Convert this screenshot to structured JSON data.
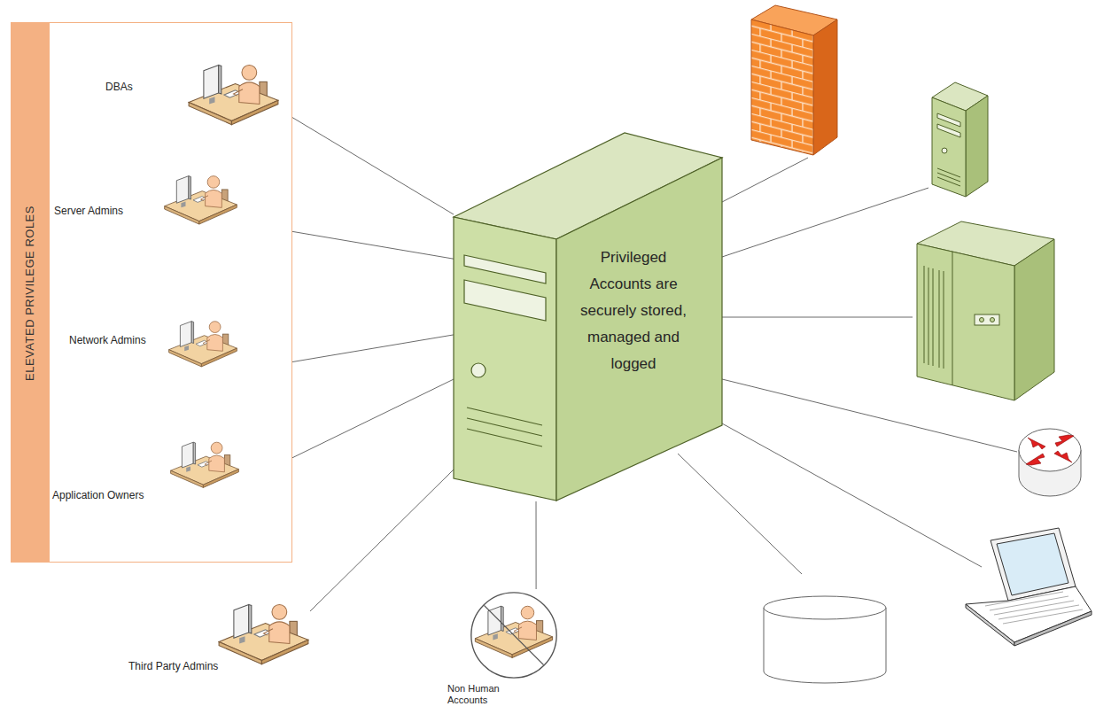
{
  "diagram": {
    "nodes": [
      {
        "text": [
          "ELEVATED PRIVILEGE ROLES"
        ]
      },
      {
        "text": [
          "DBAs"
        ],
        "in": 0
      },
      {
        "text": [
          "Server Admins"
        ],
        "in": 0
      },
      {
        "text": [
          "Network Admins"
        ],
        "in": 0
      },
      {
        "text": [
          "Application Owners"
        ],
        "in": 0
      },
      {
        "text": [
          "Third Party Admins"
        ]
      },
      {
        "text": [
          "Non Human Accounts"
        ]
      },
      {
        "text": [
          "Privileged Accounts are securely stored, managed and logged"
        ]
      }
    ],
    "edges": [
      {
        "from": 1,
        "to": 7,
        "arrow": "none"
      },
      {
        "from": 2,
        "to": 7,
        "arrow": "none"
      },
      {
        "from": 3,
        "to": 7,
        "arrow": "none"
      },
      {
        "from": 4,
        "to": 7,
        "arrow": "none"
      },
      {
        "from": 5,
        "to": 7,
        "arrow": "none"
      },
      {
        "from": 6,
        "to": 7,
        "arrow": "none"
      }
    ]
  }
}
